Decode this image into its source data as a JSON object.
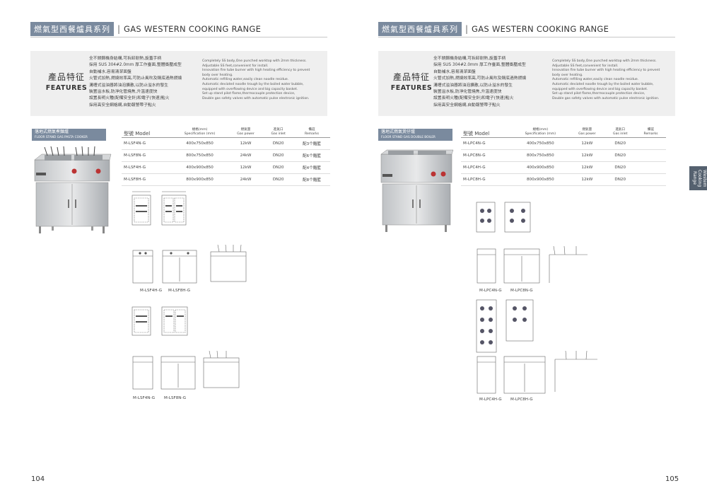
{
  "left": {
    "header": {
      "zh": "燃氣型西餐爐具系列",
      "sep": "|",
      "en": "GAS WESTERN COOKING RANGE"
    },
    "features": {
      "zh": "產品特征",
      "en": "FEATURES",
      "items_zh": [
        "全不銹鋼機身結構,可拆卸耐熱,旋蓋手柄",
        "採用 SUS 304#2.0mm 厚工作臺面,整體衝壓成型",
        "自動補水,容易清潔面盤",
        "火管式加熱,燃燒效率高,可防止風吹及鍋底過熱燃燒",
        "溝槽式溢油器將油泡擴散,以防止溢水的發生",
        "裝置溢水板,防淨化管燒焦,升溫速度快",
        "設置長明火種(配備安全針)和電子(快速)點火",
        "採用高安全網格網,自動報警帶子點火"
      ],
      "items_en": [
        "Completely SS body,One punched worktop with 2mm thickness.",
        "Adjustable SS feet,convenient for install.",
        "Innovation fire tube burner with high heating efficiency to prevent",
        "body over heating.",
        "Automatic refilling water,easily clean noodle residue.",
        "Automatic deviated noodle trough by the boiled water bubble,",
        "equipped with overflowing device and big capacity basket.",
        "Set up stand pilot flame,thermocouple protection device,",
        "Double gas safety valves with automatic pulse electronic ignition."
      ]
    },
    "product": {
      "banner_zh": "落地式燃氣煮麵爐",
      "banner_en": "FLOOR STAND GAS PASTA COOKER"
    },
    "table": {
      "headers": {
        "model": "型號 Model",
        "spec_zh": "規格(mm)",
        "spec_en": "Specification (mm)",
        "power_zh": "燃氣量",
        "power_en": "Gas power",
        "inlet_zh": "進氣口",
        "inlet_en": "Gas inlet",
        "remarks_zh": "備註",
        "remarks_en": "Remarks"
      },
      "rows": [
        {
          "model": "M-LSF4N-G",
          "spec": "400x750x850",
          "power": "12kW",
          "inlet": "DN20",
          "remarks": "配3个麵籃"
        },
        {
          "model": "M-LSF8N-G",
          "spec": "800x750x850",
          "power": "24kW",
          "inlet": "DN20",
          "remarks": "配6个麵籃"
        },
        {
          "model": "M-LSF4H-G",
          "spec": "400x900x850",
          "power": "12kW",
          "inlet": "DN20",
          "remarks": "配4个麵籃"
        },
        {
          "model": "M-LSF8H-G",
          "spec": "800x900x850",
          "power": "24kW",
          "inlet": "DN20",
          "remarks": "配8个麵籃"
        }
      ]
    },
    "captions": [
      "M-LSF4H-G",
      "M-LSF8H-G",
      "M-LSF4N-G",
      "M-LSF8N-G"
    ],
    "page_number": "104"
  },
  "right": {
    "header": {
      "zh": "燃氣型西餐爐具系列",
      "sep": "|",
      "en": "GAS WESTERN COOKING RANGE"
    },
    "features": {
      "zh": "產品特征",
      "en": "FEATURES",
      "items_zh": [
        "全不銹鋼機身結構,可拆卸耐熱,旋蓋手柄",
        "採用 SUS 304#2.0mm 厚工作臺面,整體衝壓成型",
        "自動補水,容易清潔面盤",
        "火管式加熱,燃燒效率高,可防止風吹及鍋底過熱燃燒",
        "溝槽式溢油器將油泡擴散,以防止溢水的發生",
        "裝置溢水板,防淨化管燒焦,升溫速度快",
        "設置長明火種(配備安全針)和電子(快速)點火",
        "採用高安全網格網,自動報警帶子點火"
      ],
      "items_en": [
        "Completely SS body,One punched worktop with 2mm thickness.",
        "Adjustable SS feet,convenient for install.",
        "Innovation fire tube burner with high heating efficiency to prevent",
        "body over heating.",
        "Automatic refilling water,easily clean noodle residue.",
        "Automatic deviated noodle trough by the boiled water bubble,",
        "equipped with overflowing device and big capacity basket.",
        "Set up stand pilot flame,thermocouple protection device,",
        "Double gas safety valves with automatic pulse electronic ignition."
      ]
    },
    "product": {
      "banner_zh": "落地式燃氣煲仔爐",
      "banner_en": "FLOOR STAND GAS DOUBLE BOILER"
    },
    "table": {
      "headers": {
        "model": "型號 Model",
        "spec_zh": "規格(mm)",
        "spec_en": "Specification (mm)",
        "power_zh": "燃氣量",
        "power_en": "Gas power",
        "inlet_zh": "進氣口",
        "inlet_en": "Gas inlet",
        "remarks_zh": "備註",
        "remarks_en": "Remarks"
      },
      "rows": [
        {
          "model": "M-LPC4N-G",
          "spec": "400x750x850",
          "power": "12kW",
          "inlet": "DN20",
          "remarks": ""
        },
        {
          "model": "M-LPC8N-G",
          "spec": "800x750x850",
          "power": "12kW",
          "inlet": "DN20",
          "remarks": ""
        },
        {
          "model": "M-LPC4H-G",
          "spec": "400x900x850",
          "power": "12kW",
          "inlet": "DN20",
          "remarks": ""
        },
        {
          "model": "M-LPC8H-G",
          "spec": "800x900x850",
          "power": "12kW",
          "inlet": "DN20",
          "remarks": ""
        }
      ]
    },
    "captions": [
      "M-LPC4N-G",
      "M-LPC8N-G",
      "M-LPC4H-G",
      "M-LPC8H-G"
    ],
    "side_tab": "Western Cooking Range",
    "page_number": "105"
  }
}
